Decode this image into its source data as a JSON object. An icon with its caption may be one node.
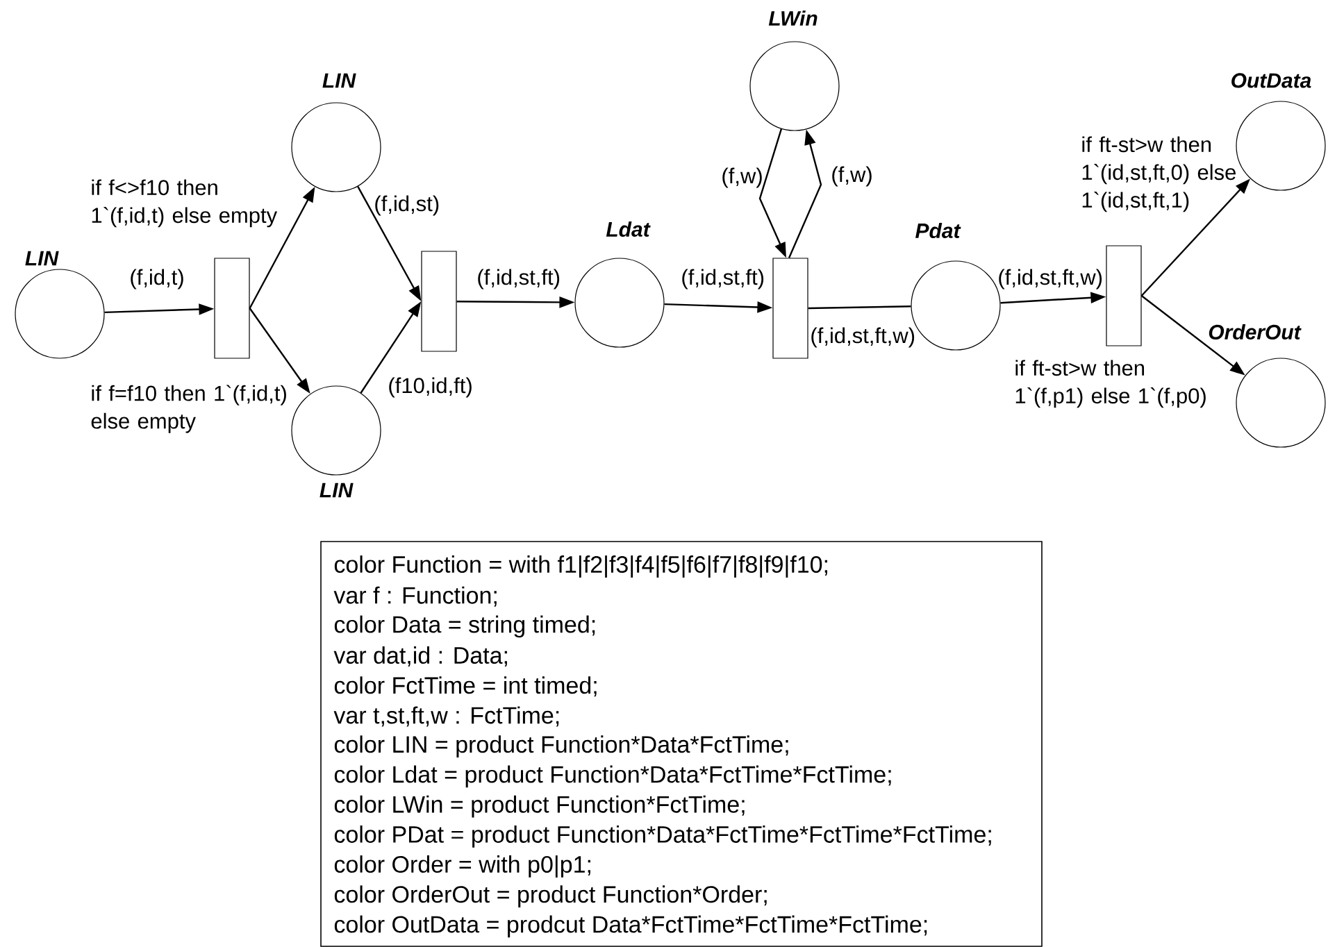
{
  "diagram": {
    "nodes": [
      {
        "text": [
          "LIN"
        ]
      },
      {
        "text": [],
        "shape": "box"
      },
      {
        "text": [
          "LIN"
        ]
      },
      {
        "text": [
          "LIN"
        ]
      },
      {
        "text": [],
        "shape": "box"
      },
      {
        "text": [
          "Ldat"
        ]
      },
      {
        "text": [],
        "shape": "box"
      },
      {
        "text": [
          "LWin"
        ]
      },
      {
        "text": [
          "Pdat"
        ]
      },
      {
        "text": [],
        "shape": "box"
      },
      {
        "text": [
          "OutData"
        ]
      },
      {
        "text": [
          "OrderOut"
        ]
      },
      {
        "text": [
          "color Function = with f1|f2|f3|f4|f5|f6|f7|f8|f9|f10;",
          "var f : Function;",
          "color Data = string timed;",
          "var dat,id : Data;",
          "color FctTime = int timed;",
          "var t,st,ft,w : FctTime;",
          "color LIN = product Function*Data*FctTime;",
          "color Ldat = product Function*Data*FctTime*FctTime;",
          "color LWin = product Function*FctTime;",
          "color PDat = product Function*Data*FctTime*FctTime*FctTime;",
          "color Order = with p0|p1;",
          "color OrderOut = product Function*Order;",
          "color OutData = prodcut Data*FctTime*FctTime*FctTime;"
        ]
      }
    ],
    "edges": [
      {
        "from": 0,
        "to": 1,
        "arrow": "to",
        "label": "(f,id,t)"
      },
      {
        "from": 1,
        "to": 2,
        "arrow": "to",
        "label": "if f<>f10 then 1`(f,id,t) else empty"
      },
      {
        "from": 1,
        "to": 3,
        "arrow": "to",
        "label": "if f=f10 then 1`(f,id,t) else empty"
      },
      {
        "from": 2,
        "to": 4,
        "arrow": "to",
        "label": "(f,id,st)"
      },
      {
        "from": 3,
        "to": 4,
        "arrow": "to",
        "label": "(f10,id,ft)"
      },
      {
        "from": 4,
        "to": 5,
        "arrow": "to",
        "label": "(f,id,st,ft)"
      },
      {
        "from": 5,
        "to": 6,
        "arrow": "to",
        "label": "(f,id,st,ft)"
      },
      {
        "from": 7,
        "to": 6,
        "arrow": "to",
        "label": "(f,w)"
      },
      {
        "from": 6,
        "to": 7,
        "arrow": "to",
        "label": "(f,w)"
      },
      {
        "from": 6,
        "to": 8,
        "arrow": "none",
        "label": "(f,id,st,ft,w)"
      },
      {
        "from": 8,
        "to": 9,
        "arrow": "to",
        "label": "(f,id,st,ft,w)"
      },
      {
        "from": 9,
        "to": 10,
        "arrow": "to",
        "label": "if ft-st>w then 1`(id,st,ft,0) else 1`(id,st,ft,1)"
      },
      {
        "from": 9,
        "to": 11,
        "arrow": "to",
        "label": "if ft-st>w then 1`(f,p1) else 1`(f,p0)"
      }
    ]
  }
}
